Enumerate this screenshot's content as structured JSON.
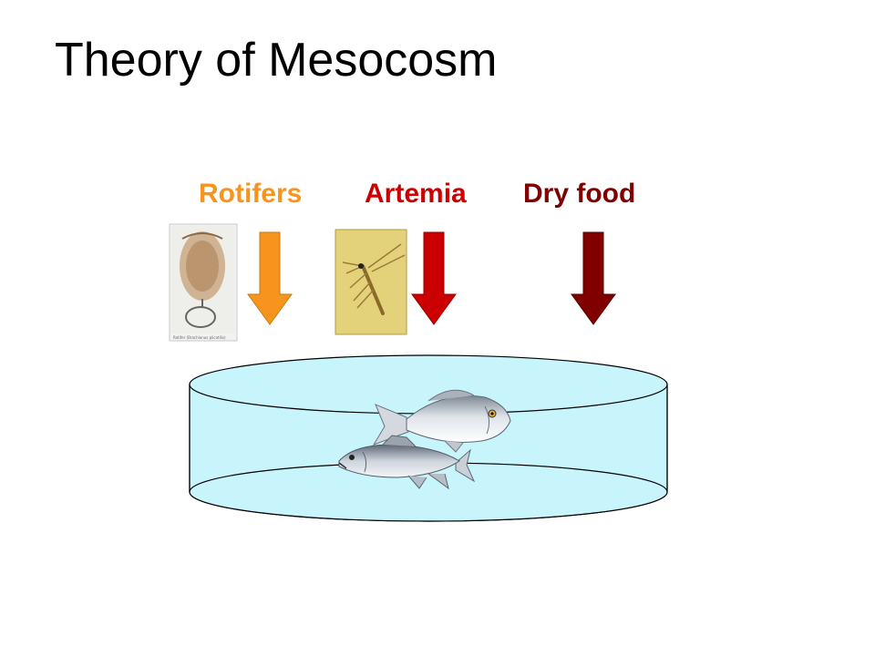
{
  "slide": {
    "title": "Theory of Mesocosm"
  },
  "foods": [
    {
      "label": "Rotifers",
      "color": "#F7941D"
    },
    {
      "label": "Artemia",
      "color": "#CC0000"
    },
    {
      "label": "Dry food",
      "color": "#800000"
    }
  ],
  "tank": {
    "water_color": "#C8F4FC"
  },
  "photos": {
    "rotifer_caption": "Rotifer (Brachionus plicatilis)"
  },
  "icons": [
    "rotifer-photo",
    "artemia-photo",
    "down-arrow",
    "sea-bream-fish",
    "sea-bass-fish"
  ]
}
